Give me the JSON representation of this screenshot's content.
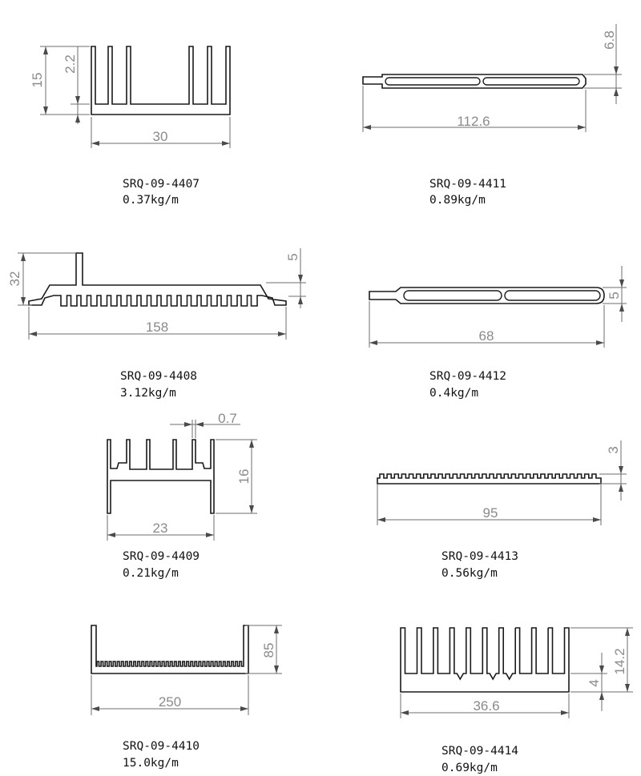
{
  "items": [
    {
      "code": "SRQ-09-4407",
      "weight": "0.37kg/m",
      "dims": [
        "15",
        "2.2",
        "30"
      ]
    },
    {
      "code": "SRQ-09-4411",
      "weight": "0.89kg/m",
      "dims": [
        "6.8",
        "112.6"
      ]
    },
    {
      "code": "SRQ-09-4408",
      "weight": "3.12kg/m",
      "dims": [
        "32",
        "5",
        "158"
      ]
    },
    {
      "code": "SRQ-09-4412",
      "weight": "0.4kg/m",
      "dims": [
        "5",
        "68"
      ]
    },
    {
      "code": "SRQ-09-4409",
      "weight": "0.21kg/m",
      "dims": [
        "0.7",
        "16",
        "23"
      ]
    },
    {
      "code": "SRQ-09-4413",
      "weight": "0.56kg/m",
      "dims": [
        "3",
        "95"
      ]
    },
    {
      "code": "SRQ-09-4410",
      "weight": "15.0kg/m",
      "dims": [
        "85",
        "250"
      ]
    },
    {
      "code": "SRQ-09-4414",
      "weight": "0.69kg/m",
      "dims": [
        "14.2",
        "4",
        "36.6"
      ]
    }
  ]
}
